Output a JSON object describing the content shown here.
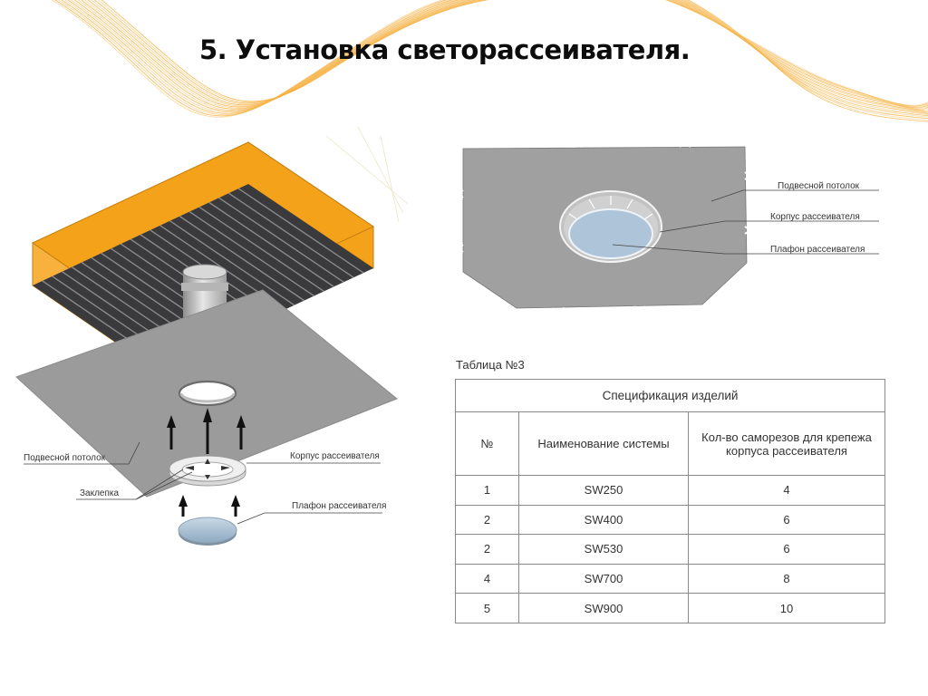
{
  "title": "5. Установка светорассеивателя.",
  "left_diagram": {
    "label_ceiling": "Подвесной потолок",
    "label_housing": "Корпус рассеивателя",
    "label_rivet": "Заклепка",
    "label_cover": "Плафон рассеивателя"
  },
  "right_diagram": {
    "label_ceiling": "Подвесной потолок",
    "label_housing": "Корпус рассеивателя",
    "label_cover": "Плафон рассеивателя"
  },
  "table": {
    "caption": "Таблица №3",
    "header": "Спецификация изделий",
    "columns": [
      "№",
      "Наименование системы",
      "Кол-во саморезов для крепежа корпуса рассеивателя"
    ],
    "rows": [
      [
        "1",
        "SW250",
        "4"
      ],
      [
        "2",
        "SW400",
        "6"
      ],
      [
        "2",
        "SW530",
        "6"
      ],
      [
        "4",
        "SW700",
        "8"
      ],
      [
        "5",
        "SW900",
        "10"
      ]
    ]
  },
  "colors": {
    "accent_orange": "#F5A21B",
    "panel_gray": "#9E9E9E",
    "deck_dark": "#3c3c3e",
    "cover_blue": "#aec4d8"
  }
}
